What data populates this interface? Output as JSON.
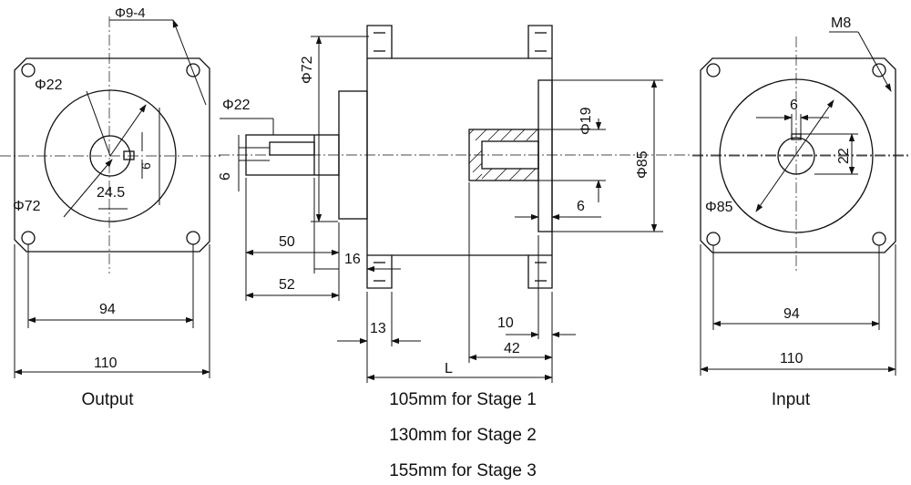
{
  "output_view": {
    "caption": "Output",
    "labels": {
      "hole": "Φ9-4",
      "shaft_dia": "Φ22",
      "pilot_dia": "Φ72",
      "key_height": "24.5",
      "key_width": "6",
      "bolt_spacing": "94",
      "flange_width": "110"
    }
  },
  "side_view": {
    "labels": {
      "pilot_dia": "Φ72",
      "shaft_dia": "Φ22",
      "key_width": "6",
      "shaft_len_50": "50",
      "shaft_len_52": "52",
      "pilot_len": "16",
      "flange_thk": "13",
      "input_thk": "10",
      "input_len": "42",
      "length": "L",
      "bore_dia": "Φ19",
      "input_pilot": "Φ85",
      "input_key": "6"
    },
    "length_notes": [
      "105mm for Stage 1",
      "130mm for Stage 2",
      "155mm for Stage 3"
    ]
  },
  "input_view": {
    "caption": "Input",
    "labels": {
      "thread": "M8",
      "key_width": "6",
      "key_height": "22",
      "pilot_dia": "Φ85",
      "bolt_spacing": "94",
      "flange_width": "110"
    }
  }
}
